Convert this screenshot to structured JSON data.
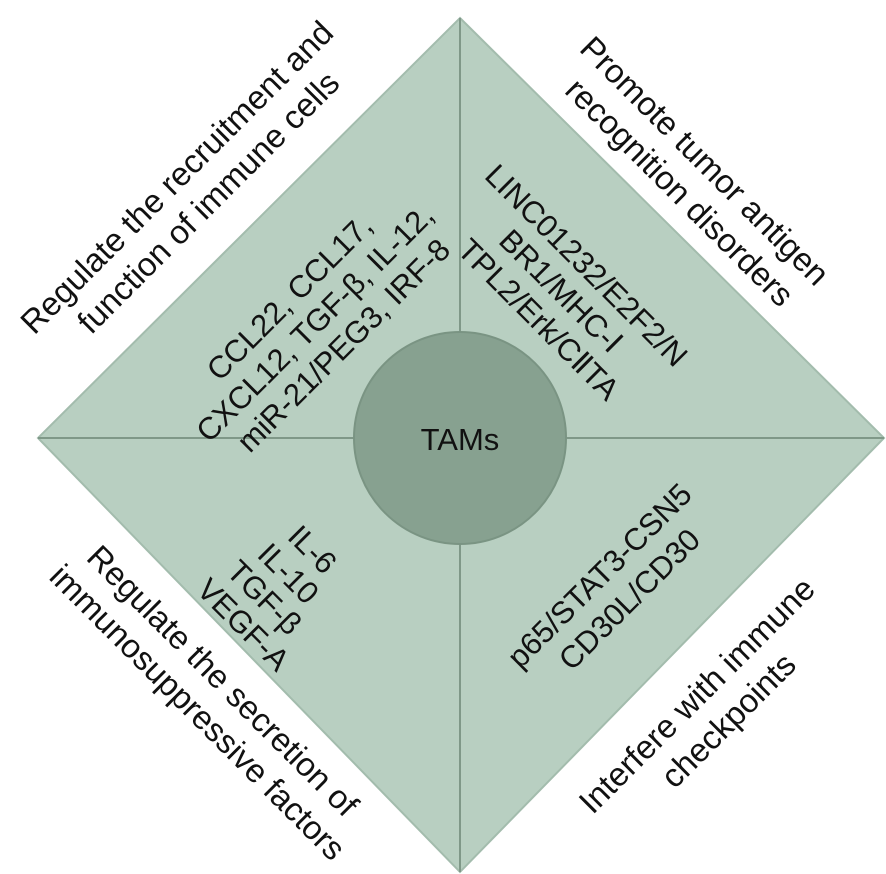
{
  "colors": {
    "diamond_fill": "#b8cfc1",
    "diamond_stroke": "#a3bcad",
    "divider": "#7f9888",
    "center_fill": "#87a190",
    "center_stroke": "#7a9483",
    "text": "#111111",
    "background": "#ffffff"
  },
  "center": {
    "label": "TAMs"
  },
  "quadrants": {
    "top_left": {
      "outer": [
        "Regulate the recruitment and",
        "function of immune cells"
      ],
      "inner": [
        "CCL22, CCL17,",
        "CXCL12, TGF-β, IL-12,",
        "miR-21/PEG3, IRF-8"
      ]
    },
    "top_right": {
      "outer": [
        "Promote tumor antigen",
        "recognition disorders"
      ],
      "inner": [
        "LINC01232/E2F2/N",
        "BR1/MHC-Ⅰ",
        "TPL2/Erk/CⅡTA"
      ]
    },
    "bottom_left": {
      "outer": [
        "Regulate the secretion of",
        "immunosuppressive factors"
      ],
      "inner": [
        "IL-6",
        "IL-10",
        "TGF-β",
        "VEGF-A"
      ]
    },
    "bottom_right": {
      "outer": [
        "Interfere with immune",
        "checkpoints"
      ],
      "inner": [
        "p65/STAT3-CSN5",
        "CD30L/CD30"
      ]
    }
  }
}
